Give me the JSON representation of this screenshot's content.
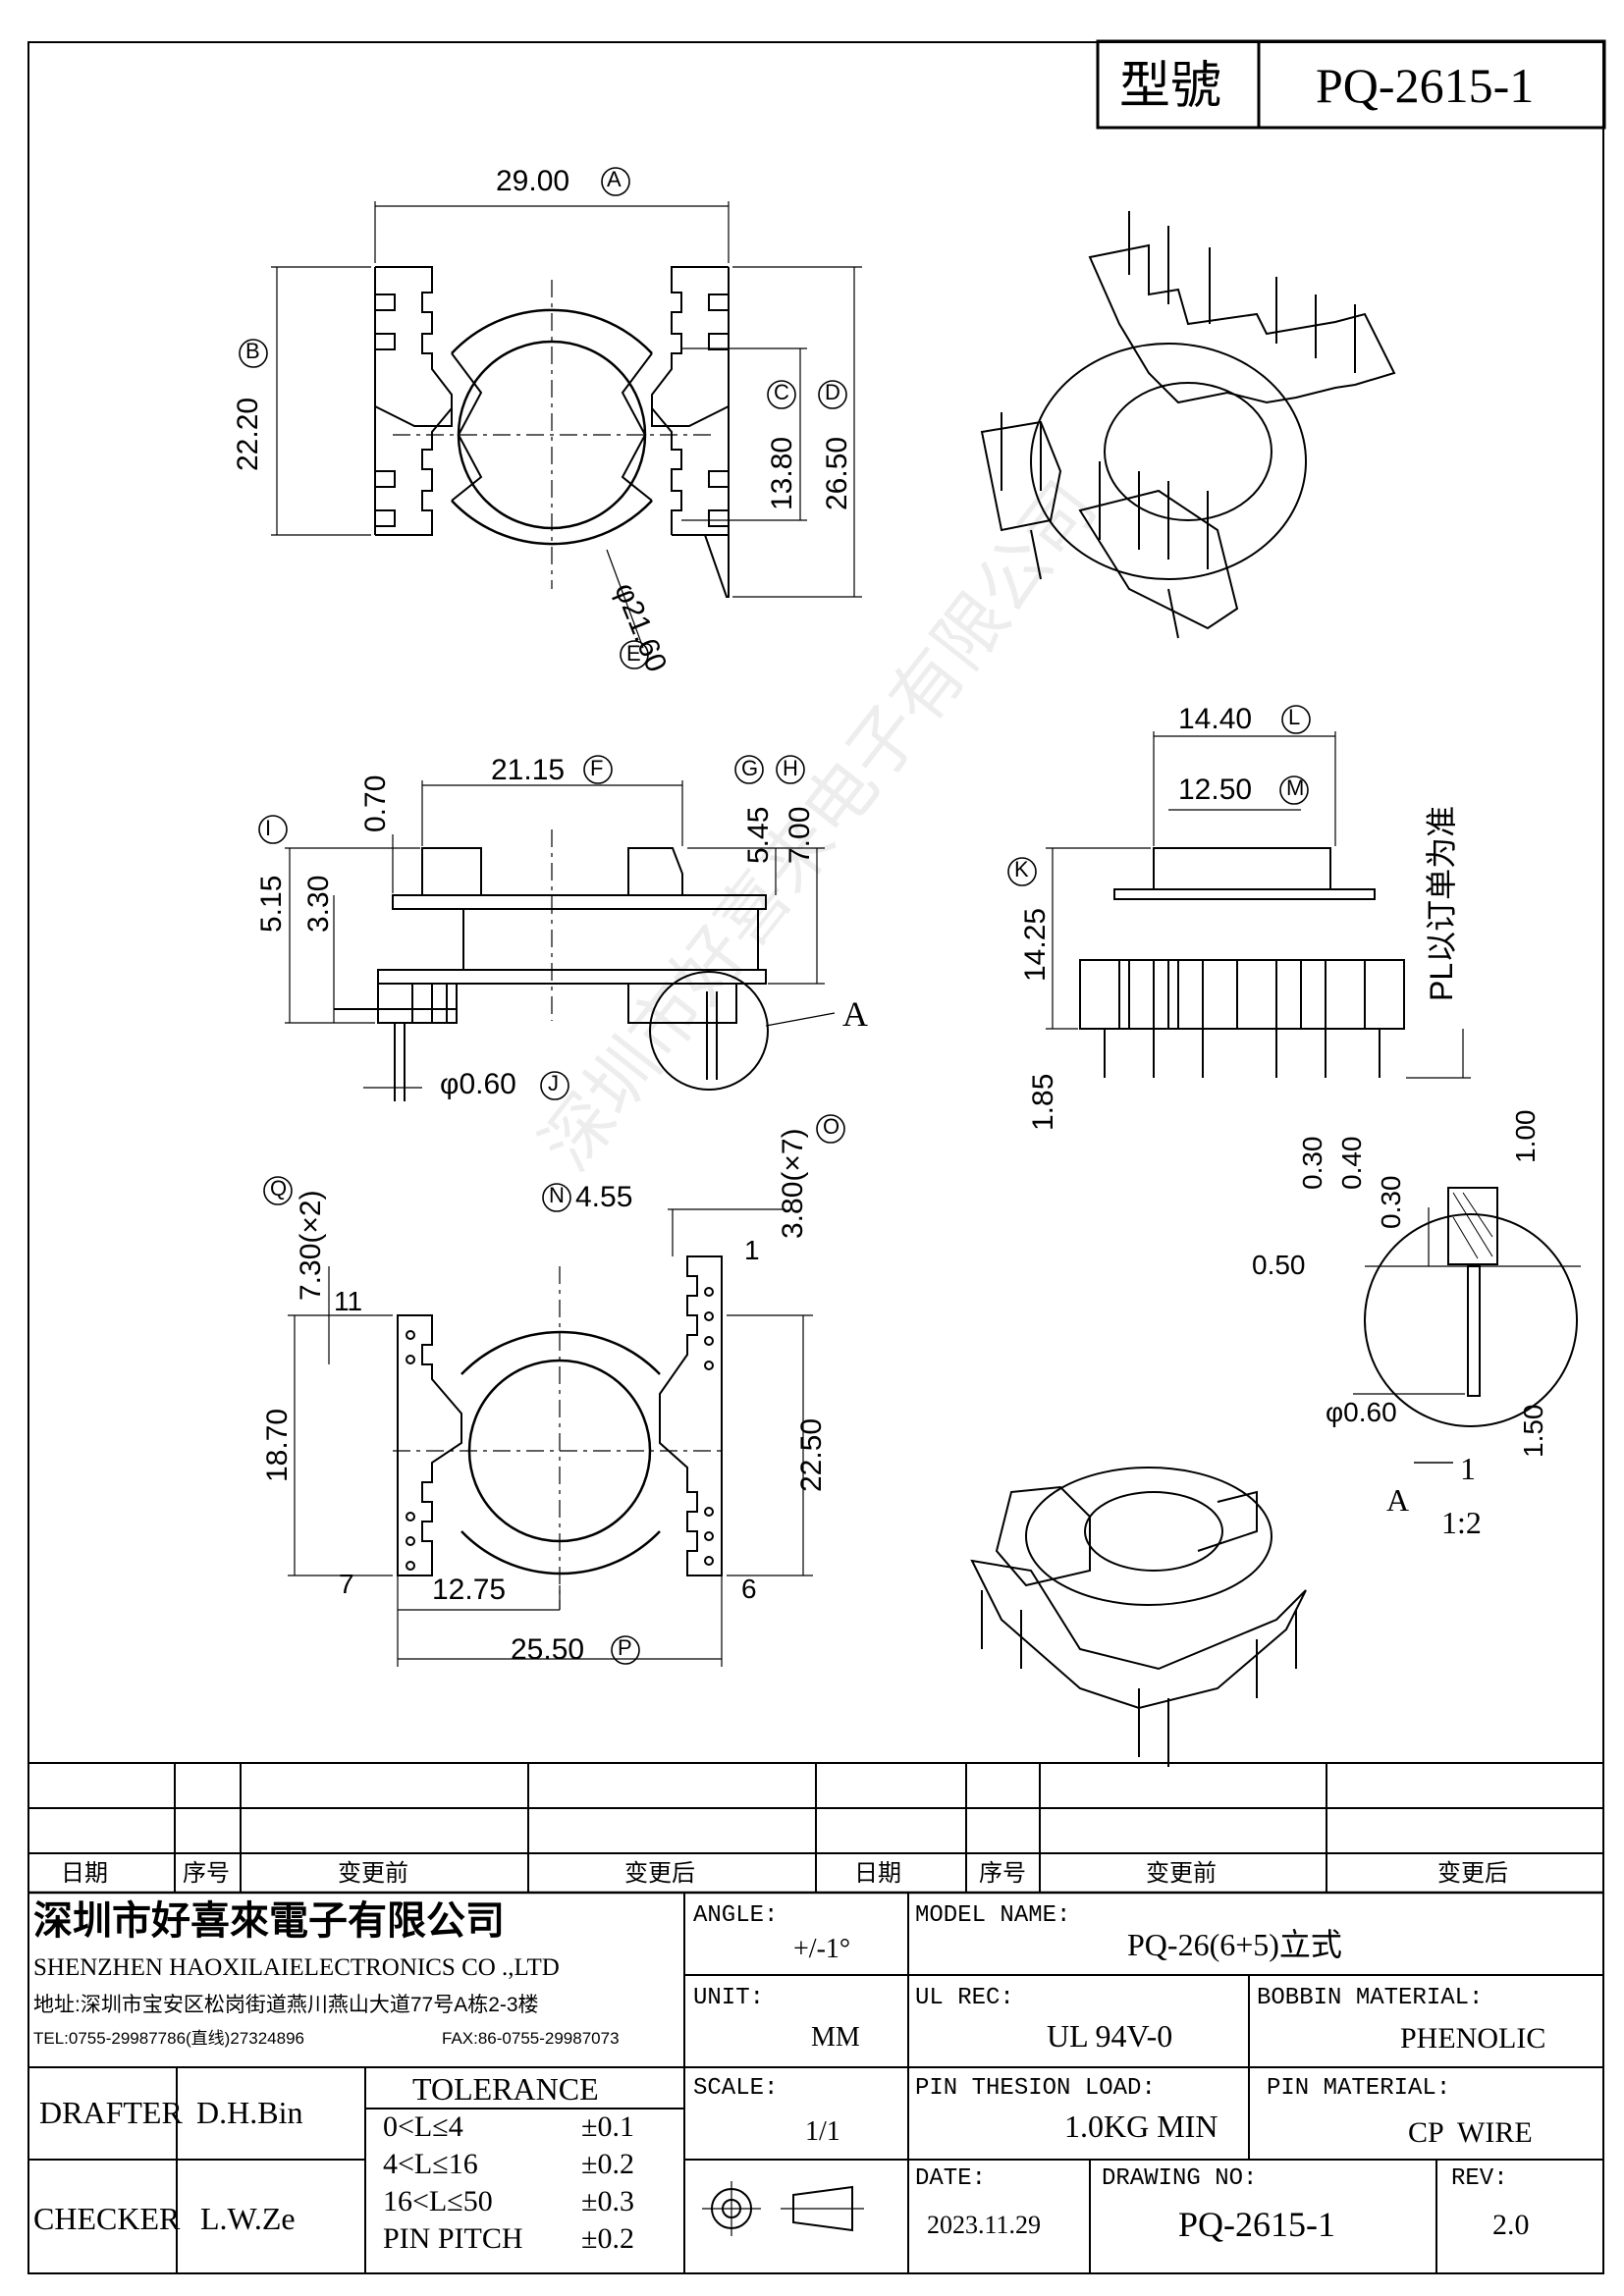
{
  "title_block_top": {
    "model_label": "型號",
    "model_value": "PQ-2615-1"
  },
  "dimensions": {
    "d_29": "29.00",
    "d_22_20": "22.20",
    "d_13_80": "13.80",
    "d_26_50": "26.50",
    "d_phi21": "φ21.60",
    "d_21_15": "21.15",
    "d_0_70": "0.70",
    "d_5_45": "5.45",
    "d_7_00": "7.00",
    "d_5_15": "5.15",
    "d_3_30": "3.30",
    "d_phi060": "φ0.60",
    "d_14_40": "14.40",
    "d_12_50": "12.50",
    "d_14_25": "14.25",
    "d_1_85": "1.85",
    "d_4_55": "4.55",
    "d_3_80": "3.80(×7)",
    "d_7_30": "7.30(×2)",
    "d_18_70": "18.70",
    "d_22_50": "22.50",
    "d_12_75": "12.75",
    "d_25_50": "25.50",
    "det_0_30a": "0.30",
    "det_0_40": "0.40",
    "det_0_30b": "0.30",
    "det_1_00": "1.00",
    "det_0_50": "0.50",
    "det_phi060": "φ0.60",
    "det_1_50": "1.50"
  },
  "markers": {
    "A": "A",
    "B": "B",
    "C": "C",
    "D": "D",
    "E": "E",
    "F": "F",
    "G": "G",
    "H": "H",
    "I": "I",
    "J": "J",
    "K": "K",
    "L": "L",
    "M": "M",
    "N": "N",
    "O": "O",
    "P": "P",
    "Q": "Q"
  },
  "pins": {
    "p1": "1",
    "p11": "11",
    "p7": "7",
    "p6": "6"
  },
  "notes": {
    "detail_ref": "A",
    "pl_note": "PL以订单为准",
    "scale_A": "A",
    "scale_num": "1",
    "scale_den": "1:2"
  },
  "revision_table": {
    "headers": [
      "日期",
      "序号",
      "变更前",
      "变更后",
      "日期",
      "序号",
      "变更前",
      "变更后"
    ]
  },
  "company": {
    "name_cn": "深圳市好喜來電子有限公司",
    "name_en": "SHENZHEN HAOXILAIELECTRONICS CO .,LTD",
    "address": "地址:深圳市宝安区松岗街道燕川燕山大道77号A栋2-3楼",
    "tel": "TEL:0755-29987786(直线)27324896",
    "fax": "FAX:86-0755-29987073"
  },
  "title_block": {
    "angle_label": "ANGLE:",
    "angle_value": "+/-1°",
    "model_name_label": "MODEL NAME:",
    "model_name_value": "PQ-26(6+5)立式",
    "unit_label": "UNIT:",
    "unit_value": "MM",
    "ul_label": "UL REC:",
    "ul_value": "UL 94V-0",
    "bobbin_label": "BOBBIN MATERIAL:",
    "bobbin_value": "PHENOLIC",
    "scale_label": "SCALE:",
    "scale_value": "1/1",
    "pin_load_label": "PIN THESION LOAD:",
    "pin_load_value": "1.0KG MIN",
    "pin_mat_label": "PIN MATERIAL:",
    "pin_mat_value": "CP  WIRE",
    "date_label": "DATE:",
    "date_value": "2023.11.29",
    "drawing_no_label": "DRAWING NO:",
    "drawing_no_value": "PQ-2615-1",
    "rev_label": "REV:",
    "rev_value": "2.0",
    "drafter_label": "DRAFTER",
    "drafter_value": "D.H.Bin",
    "checker_label": "CHECKER",
    "checker_value": "L.W.Ze",
    "tolerance_title": "TOLERANCE",
    "tolerance_rows": [
      {
        "range": "0<L≤4",
        "tol": "±0.1"
      },
      {
        "range": "4<L≤16",
        "tol": "±0.2"
      },
      {
        "range": "16<L≤50",
        "tol": "±0.3"
      },
      {
        "range": "PIN PITCH",
        "tol": "±0.2"
      }
    ]
  },
  "watermark": "深圳市好喜来电子有限公司"
}
